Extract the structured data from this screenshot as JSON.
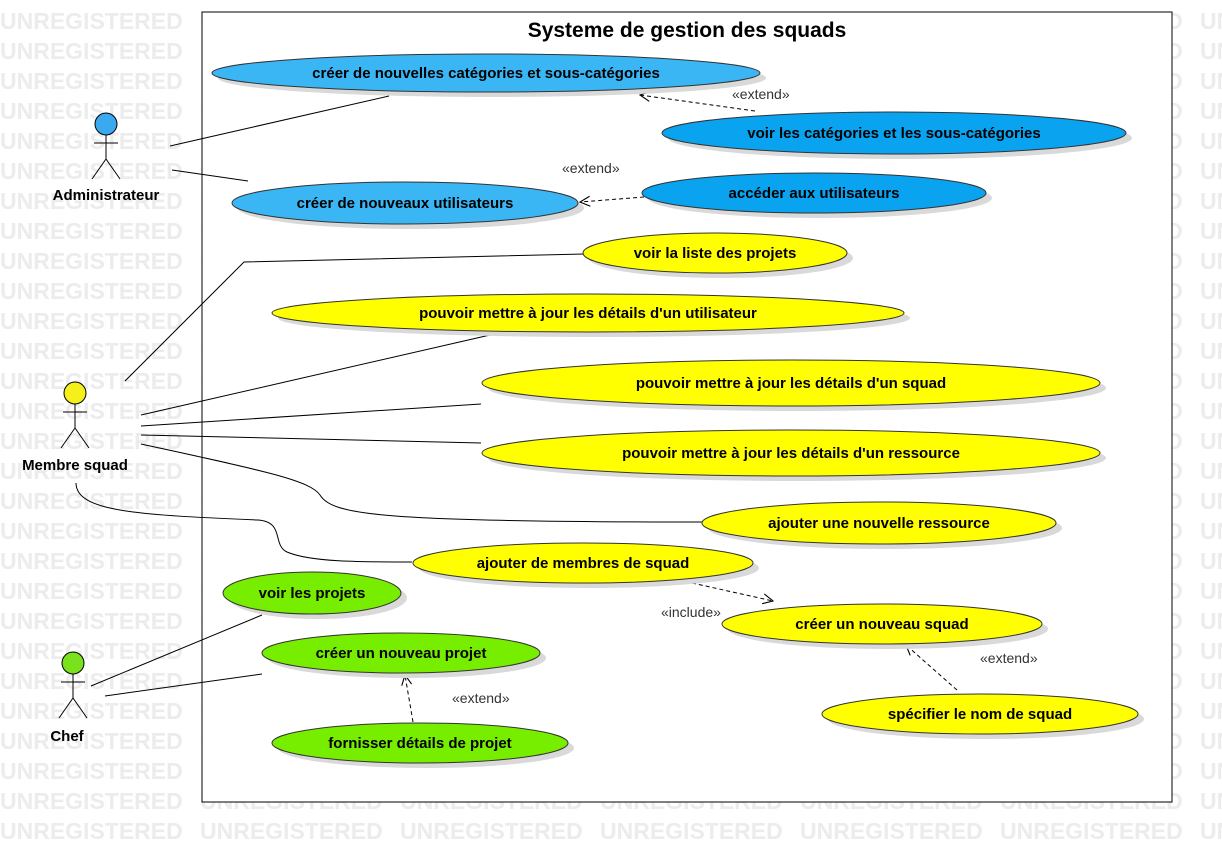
{
  "watermark_text": "UNREGISTERED",
  "system": {
    "title": "Systeme de gestion des squads"
  },
  "colors": {
    "admin": "#3bb6f5",
    "admin_dark": "#0aa3f0",
    "member": "#ffff00",
    "chef": "#77ee00",
    "shadow": "#d9d9d9",
    "line": "#000000"
  },
  "actors": [
    {
      "id": "admin",
      "label": "Administrateur",
      "color": "#3aa9ef"
    },
    {
      "id": "member",
      "label": "Membre squad",
      "color": "#f5ef1a"
    },
    {
      "id": "chef",
      "label": "Chef",
      "color": "#79e21c"
    }
  ],
  "use_cases": [
    {
      "id": "uc_categories",
      "label": "créer de nouvelles catégories et sous-catégories",
      "group": "admin"
    },
    {
      "id": "uc_voir_categories",
      "label": "voir les catégories et les sous-catégories",
      "group": "admin_dark"
    },
    {
      "id": "uc_utilisateurs",
      "label": "créer de nouveaux utilisateurs",
      "group": "admin"
    },
    {
      "id": "uc_acceder",
      "label": "accéder aux utilisateurs",
      "group": "admin_dark"
    },
    {
      "id": "uc_liste_projets",
      "label": "voir la liste des projets",
      "group": "member"
    },
    {
      "id": "uc_maj_utilisateur",
      "label": "pouvoir mettre à jour les détails d'un utilisateur",
      "group": "member"
    },
    {
      "id": "uc_maj_squad",
      "label": "pouvoir mettre à jour les détails d'un squad",
      "group": "member"
    },
    {
      "id": "uc_maj_ressource",
      "label": "pouvoir mettre à jour les détails d'un ressource",
      "group": "member"
    },
    {
      "id": "uc_ajout_ressource",
      "label": "ajouter une nouvelle ressource",
      "group": "member"
    },
    {
      "id": "uc_ajout_membres",
      "label": "ajouter de membres de squad",
      "group": "member"
    },
    {
      "id": "uc_nouveau_squad",
      "label": "créer un nouveau squad",
      "group": "member"
    },
    {
      "id": "uc_nom_squad",
      "label": "spécifier le nom de squad",
      "group": "member"
    },
    {
      "id": "uc_voir_projets",
      "label": "voir les projets",
      "group": "chef"
    },
    {
      "id": "uc_nouveau_projet",
      "label": "créer un nouveau projet",
      "group": "chef"
    },
    {
      "id": "uc_details_projet",
      "label": "fornisser détails de projet",
      "group": "chef"
    }
  ],
  "relations": [
    {
      "id": "rel_extend_categories",
      "label": "«extend»"
    },
    {
      "id": "rel_extend_utilisateurs",
      "label": "«extend»"
    },
    {
      "id": "rel_include_squad",
      "label": "«include»"
    },
    {
      "id": "rel_extend_nom_squad",
      "label": "«extend»"
    },
    {
      "id": "rel_extend_projet",
      "label": "«extend»"
    }
  ]
}
